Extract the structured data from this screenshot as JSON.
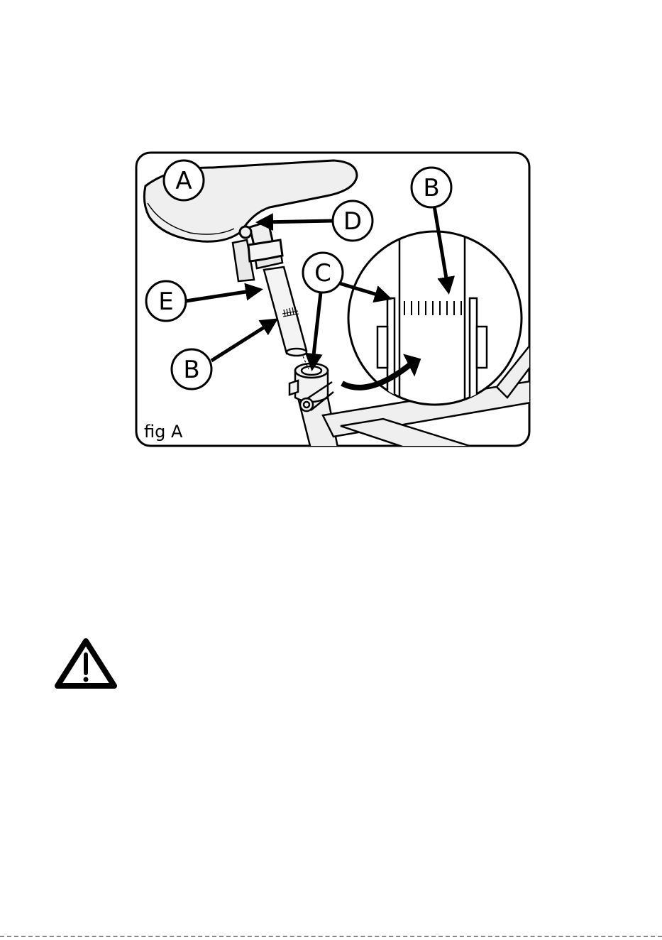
{
  "figure": {
    "caption": "fig A",
    "callouts": {
      "a": "A",
      "d": "D",
      "e": "E",
      "b_post": "B",
      "c": "C",
      "b_zoom": "B"
    }
  },
  "warning": {
    "icon": "warning-triangle-icon"
  }
}
